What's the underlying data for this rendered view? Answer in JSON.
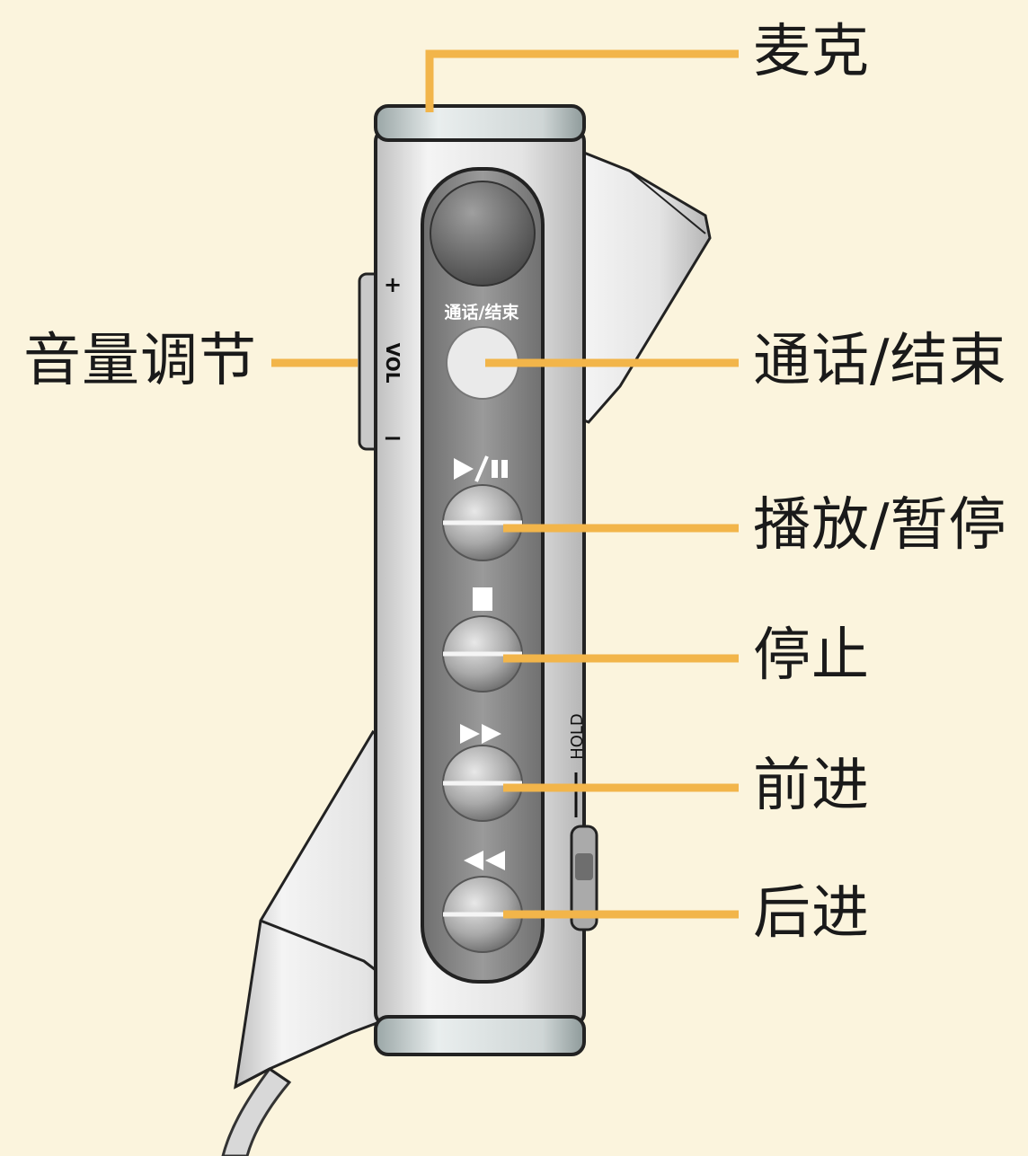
{
  "labels": {
    "mic": "麦克",
    "volume": "音量调节",
    "call_end": "通话/结束",
    "play_pause": "播放/暂停",
    "stop": "停止",
    "forward": "前进",
    "backward": "后进"
  },
  "device_text": {
    "call_button": "通话/结束",
    "vol": "VOL",
    "vol_plus": "+",
    "vol_minus": "−",
    "hold": "HOLD"
  },
  "colors": {
    "background": "#fbf4dd",
    "leader_line": "#f2b54a",
    "device_body": "#dcdcdc",
    "button_panel": "#8d8d8d",
    "label_text": "#1a1a1a"
  }
}
